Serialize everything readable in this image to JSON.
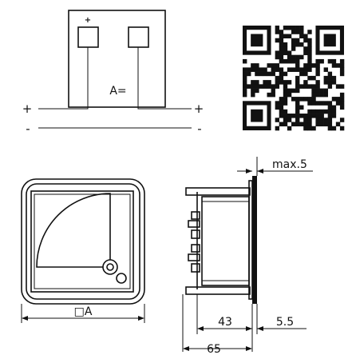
{
  "wiring": {
    "plus_terminal_mark": "+",
    "meter_label": "A=",
    "plus_left": "+",
    "plus_right": "+",
    "minus_left": "-",
    "minus_right": "-"
  },
  "qr_code": {
    "icon": "qr-code-icon"
  },
  "front_view": {
    "width_label": "□A"
  },
  "side_view": {
    "max_label": "max.5",
    "depth_inner_label": "43",
    "panel_label": "5.5",
    "depth_total_label": "65"
  }
}
